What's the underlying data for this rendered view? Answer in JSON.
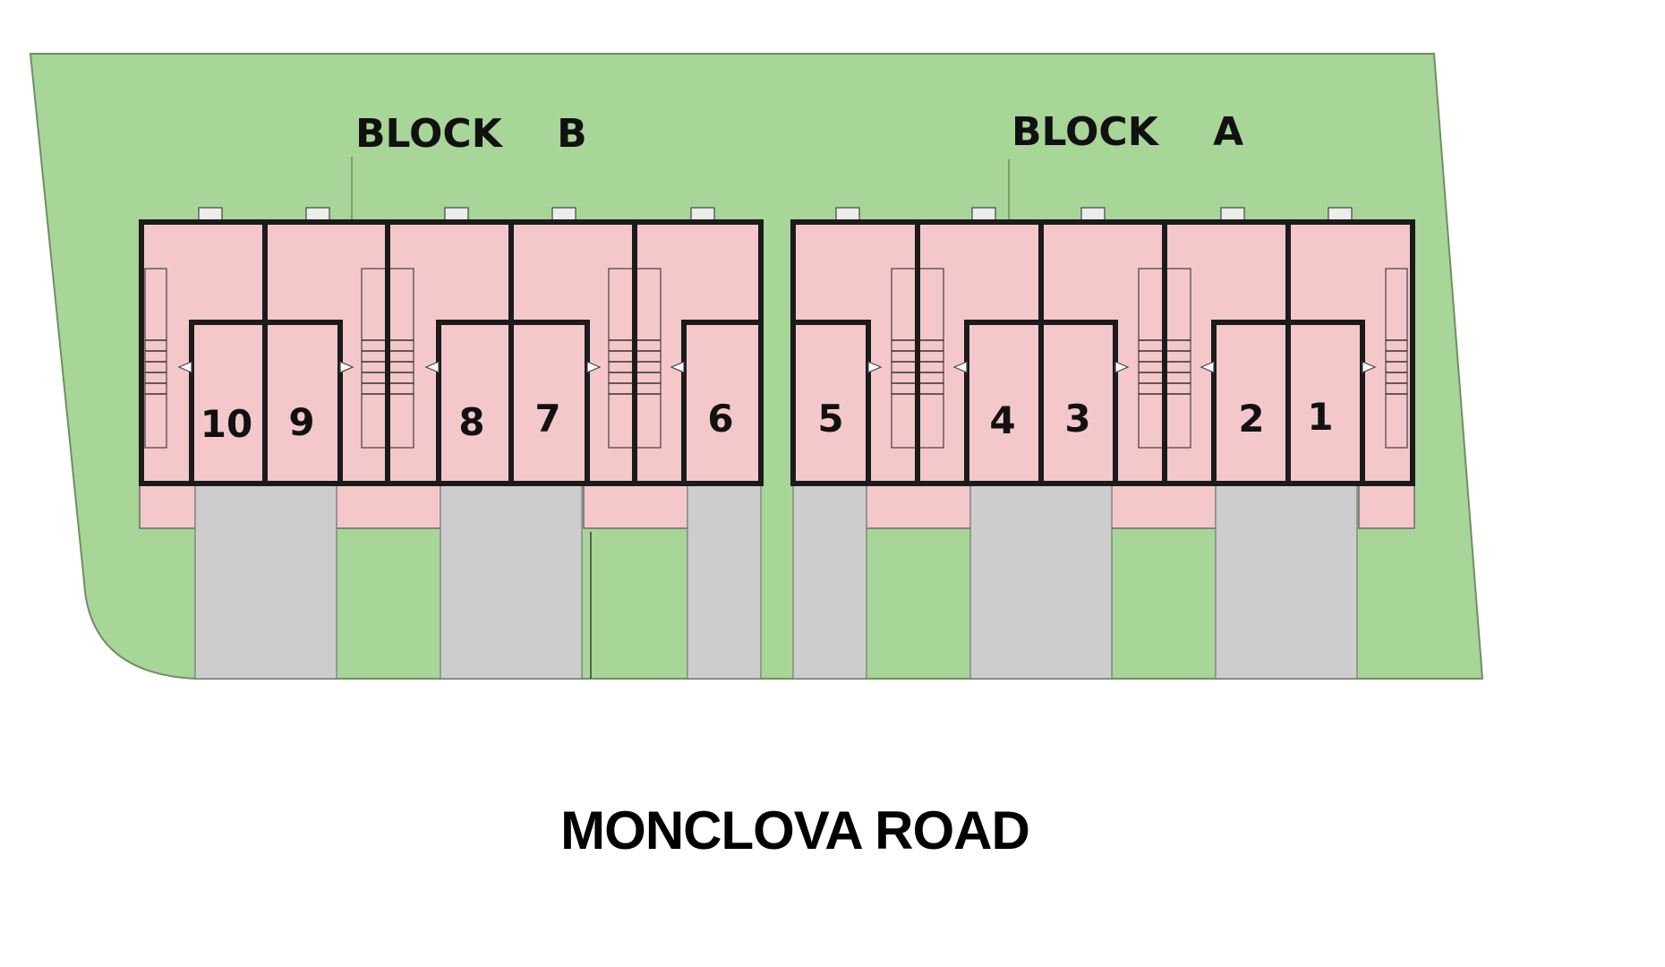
{
  "site": {
    "road_name": "MONCLOVA ROAD",
    "colors": {
      "lawn": "#a8d598",
      "lawn_edge": "#6f8f64",
      "unit_fill": "#f4c7cb",
      "driveway": "#cdcdcd",
      "wall": "#1b1b1b"
    }
  },
  "blocks": [
    {
      "id": "B",
      "label": "BLOCK    B",
      "units": [
        "10",
        "9",
        "8",
        "7",
        "6"
      ]
    },
    {
      "id": "A",
      "label": "BLOCK    A",
      "units": [
        "5",
        "4",
        "3",
        "2",
        "1"
      ]
    }
  ]
}
